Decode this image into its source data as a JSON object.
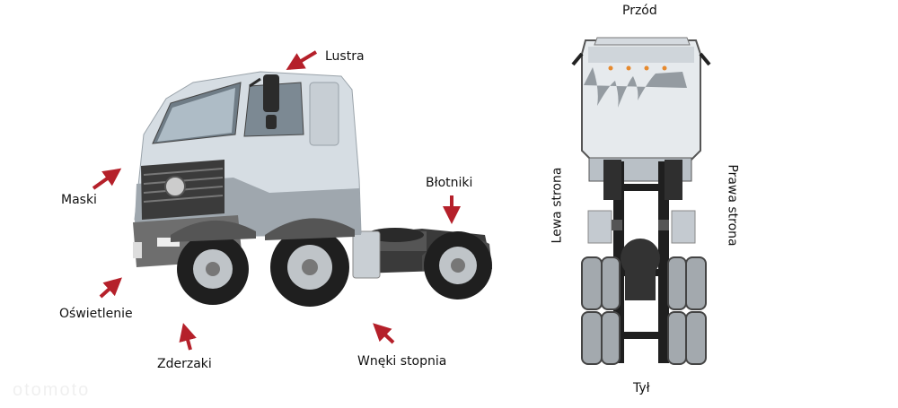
{
  "labels": {
    "lustra": "Lustra",
    "maski": "Maski",
    "blotniki": "Błotniki",
    "oswietlenie": "Oświetlenie",
    "zderzaki": "Zderzaki",
    "wneki": "Wnęki stopnia",
    "przod": "Przód",
    "tyl": "Tył",
    "lewa": "Lewa strona",
    "prawa": "Prawa strona"
  },
  "watermark": "otomoto",
  "colors": {
    "arrow": "#b5202a",
    "cab": "#d6dde3",
    "chassis": "#2a2a2a",
    "bumper": "#6e6e6e"
  }
}
